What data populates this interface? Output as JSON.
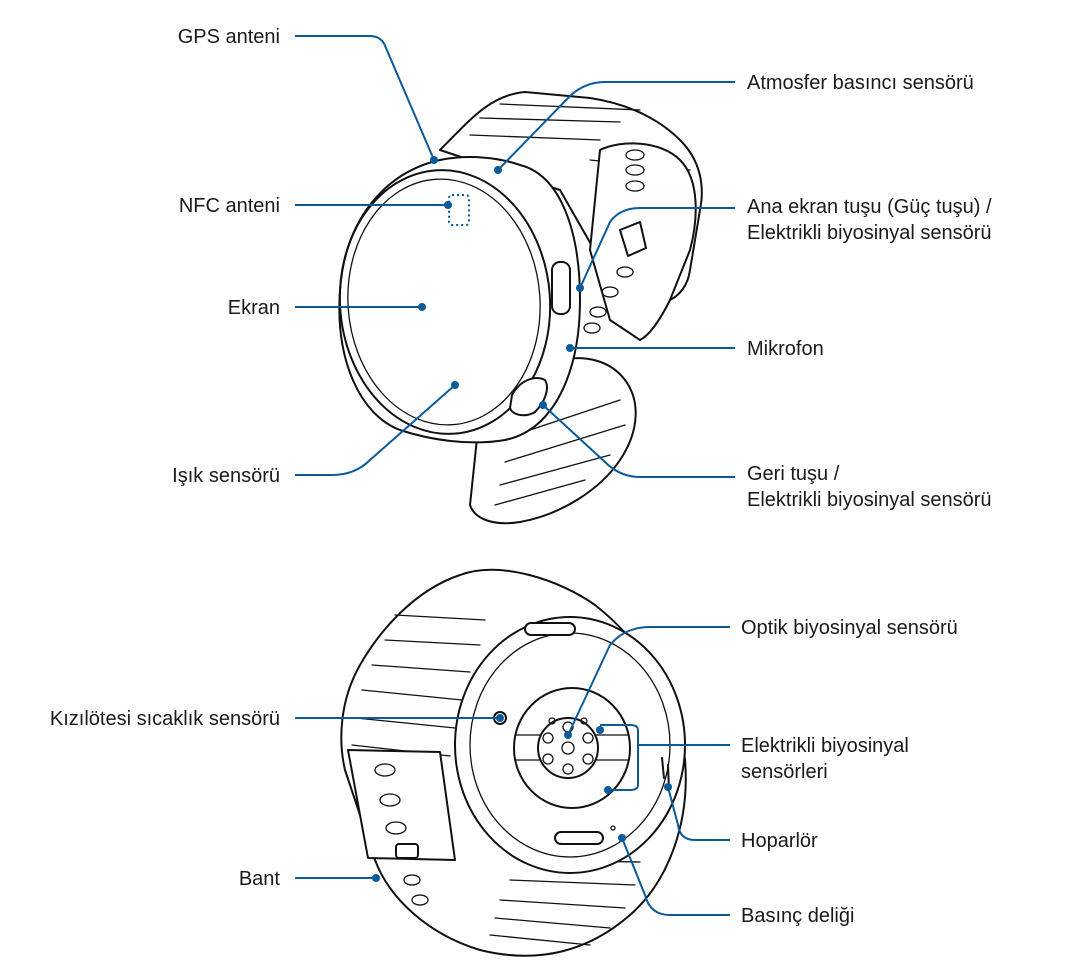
{
  "labels": {
    "gps": "GPS anteni",
    "nfc": "NFC anteni",
    "ekran": "Ekran",
    "isik": "Işık sensörü",
    "atmosfer": "Atmosfer basıncı sensörü",
    "ana_line1": "Ana ekran tuşu (Güç tuşu) /",
    "ana_line2": "Elektrikli biyosinyal sensörü",
    "mikrofon": "Mikrofon",
    "geri_line1": "Geri tuşu /",
    "geri_line2": "Elektrikli biyosinyal sensörü",
    "kizilotesi": "Kızılötesi sıcaklık sensörü",
    "bant": "Bant",
    "optik": "Optik biyosinyal sensörü",
    "elektrikli_line1": "Elektrikli biyosinyal",
    "elektrikli_line2": "sensörleri",
    "hoparlor": "Hoparlör",
    "basinc": "Basınç deliği"
  },
  "colors": {
    "leader": "#0b5a9a",
    "ink": "#111111",
    "text": "#1a1a1a"
  }
}
